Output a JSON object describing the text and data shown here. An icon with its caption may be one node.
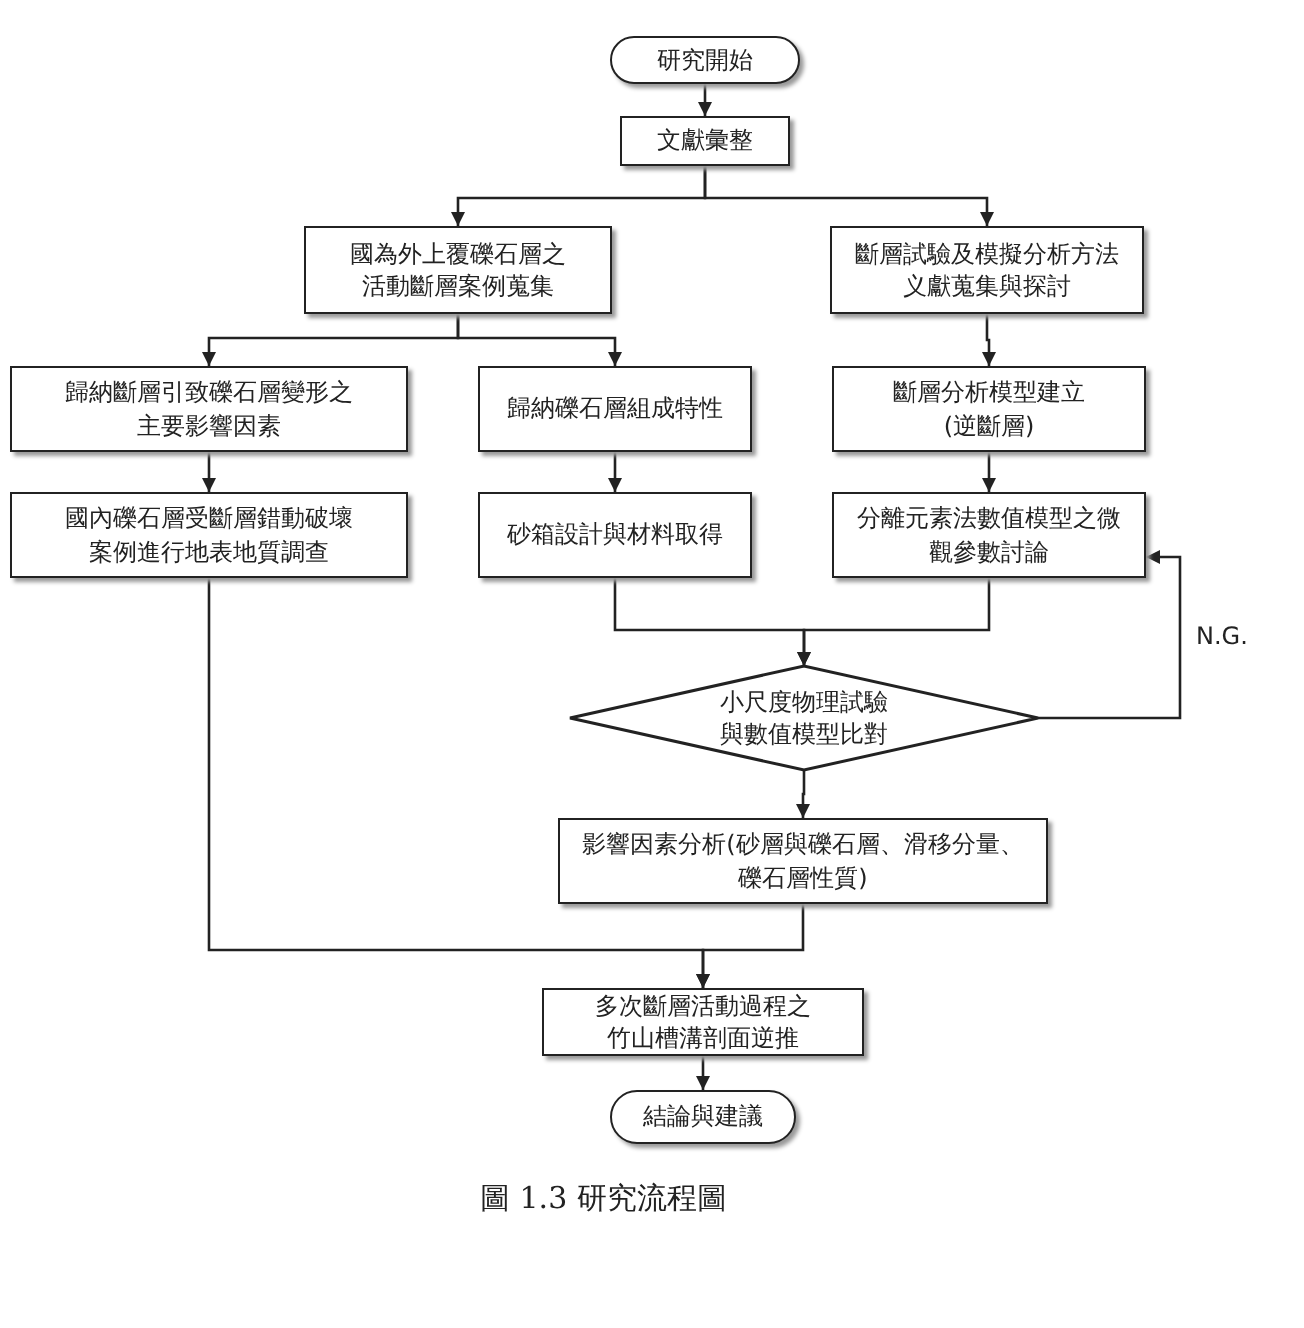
{
  "diagram": {
    "caption": "圖 1.3 研究流程圖",
    "nodes": [
      {
        "text": [
          "研究開始"
        ]
      },
      {
        "text": [
          "文獻彙整"
        ]
      },
      {
        "text": [
          "國為外上覆礫石層之活動斷層案例蒐集"
        ]
      },
      {
        "text": [
          "斷層試驗及模擬分析方法义獻蒐集與探討"
        ]
      },
      {
        "text": [
          "歸納斷層引致礫石層變形之主要影響因素"
        ]
      },
      {
        "text": [
          "歸納礫石層組成特性"
        ]
      },
      {
        "text": [
          "斷層分析模型建立(逆斷層)"
        ]
      },
      {
        "text": [
          "國內礫石層受斷層錯動破壞案例進行地表地質調查"
        ]
      },
      {
        "text": [
          "砂箱設計與材料取得"
        ]
      },
      {
        "text": [
          "分離元素法數值模型之微觀參數討論"
        ]
      },
      {
        "text": [
          "小尺度物理試驗與數值模型比對"
        ]
      },
      {
        "text": [
          "影響因素分析(砂層與礫石層、滑移分量、礫石層性質)"
        ]
      },
      {
        "text": [
          "多次斷層活動過程之竹山槽溝剖面逆推"
        ]
      },
      {
        "text": [
          "結論與建議"
        ]
      }
    ],
    "edges": [
      {
        "from": 0,
        "to": 1,
        "arrow": "to"
      },
      {
        "from": 1,
        "to": 2,
        "arrow": "to"
      },
      {
        "from": 1,
        "to": 3,
        "arrow": "to"
      },
      {
        "from": 2,
        "to": 4,
        "arrow": "to"
      },
      {
        "from": 2,
        "to": 5,
        "arrow": "to"
      },
      {
        "from": 3,
        "to": 6,
        "arrow": "to"
      },
      {
        "from": 4,
        "to": 7,
        "arrow": "to"
      },
      {
        "from": 5,
        "to": 8,
        "arrow": "to"
      },
      {
        "from": 6,
        "to": 9,
        "arrow": "to"
      },
      {
        "from": 8,
        "to": 10,
        "arrow": "to"
      },
      {
        "from": 9,
        "to": 10,
        "arrow": "to"
      },
      {
        "from": 10,
        "to": 11,
        "arrow": "to"
      },
      {
        "from": 10,
        "to": 9,
        "arrow": "to",
        "label": "N.G."
      },
      {
        "from": 7,
        "to": 12,
        "arrow": "to"
      },
      {
        "from": 11,
        "to": 12,
        "arrow": "to"
      },
      {
        "from": 12,
        "to": 13,
        "arrow": "to"
      }
    ]
  }
}
